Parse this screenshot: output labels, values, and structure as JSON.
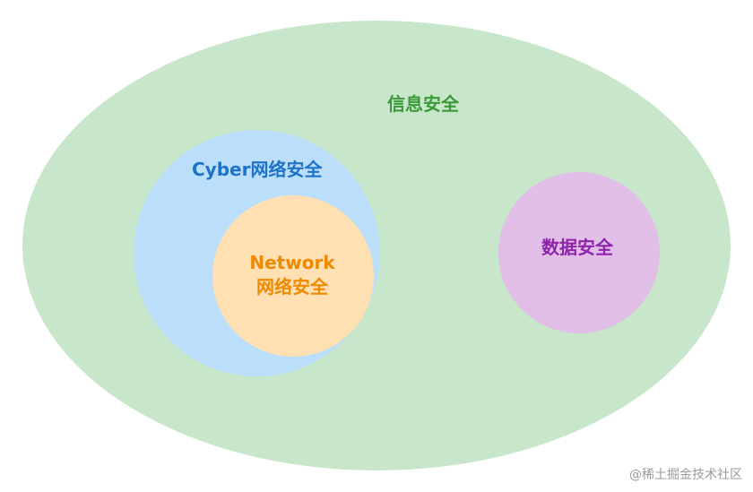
{
  "diagram": {
    "outer": {
      "label": "信息安全",
      "fill": "#c8e6c9",
      "text_color": "#3a9a3a"
    },
    "cyber": {
      "label": "Cyber网络安全",
      "fill": "#bbdefb",
      "text_color": "#1e73c8"
    },
    "network": {
      "label_line1": "Network",
      "label_line2": "网络安全",
      "fill": "#ffe0b2",
      "text_color": "#ef8a00"
    },
    "data": {
      "label": "数据安全",
      "fill": "#e1bee7",
      "text_color": "#8e24aa"
    }
  },
  "watermark": "@稀土掘金技术社区"
}
